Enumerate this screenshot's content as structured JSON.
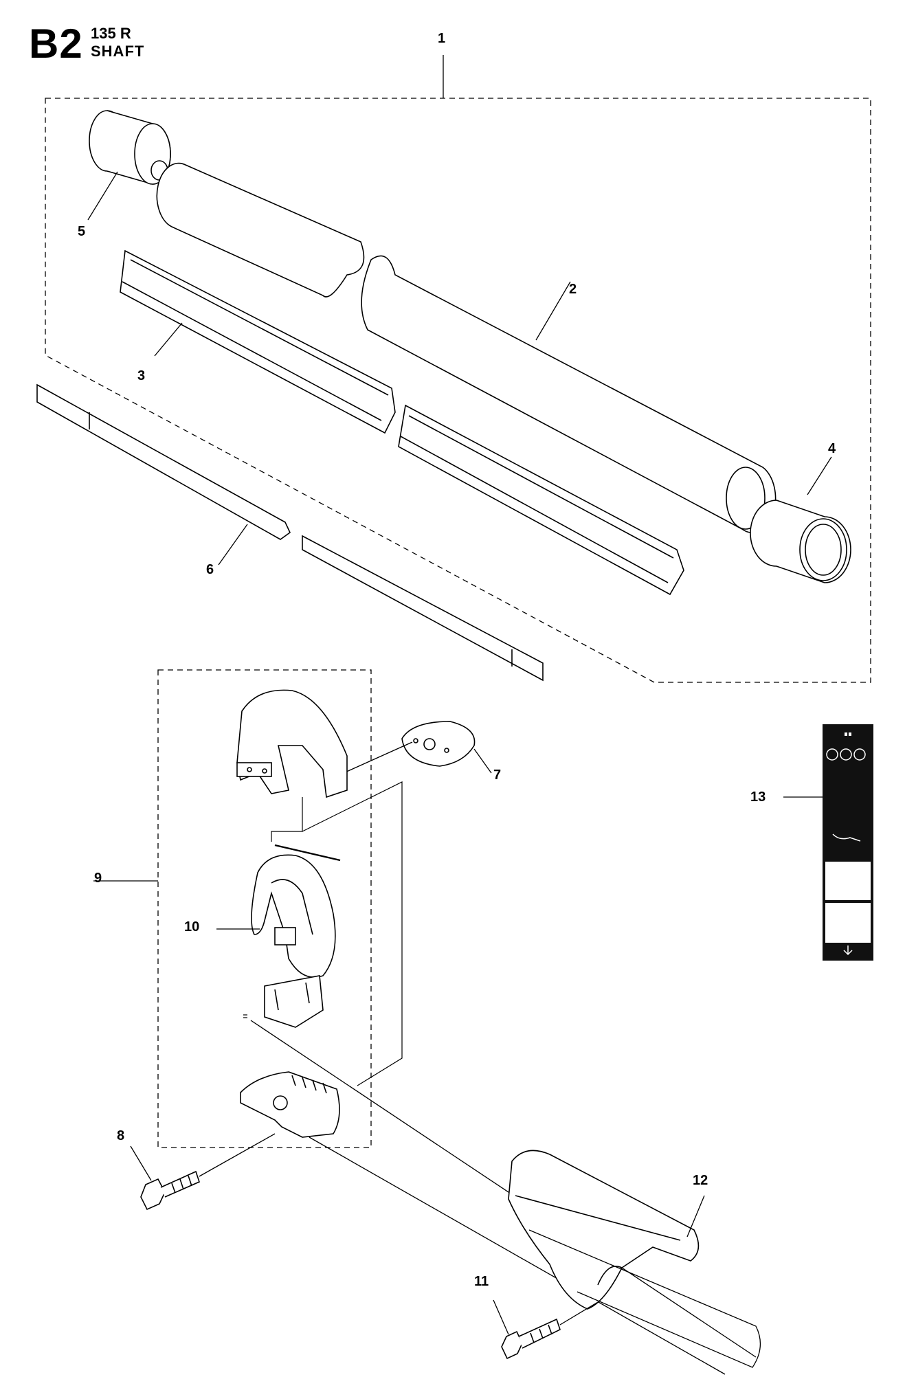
{
  "header": {
    "section_code": "B2",
    "model": "135 R",
    "title": "SHAFT"
  },
  "callouts": [
    "1",
    "2",
    "3",
    "4",
    "5",
    "6",
    "7",
    "8",
    "9",
    "10",
    "11",
    "12",
    "13"
  ],
  "colors": {
    "line": "#000000",
    "background": "#ffffff",
    "decal": "#111111"
  }
}
